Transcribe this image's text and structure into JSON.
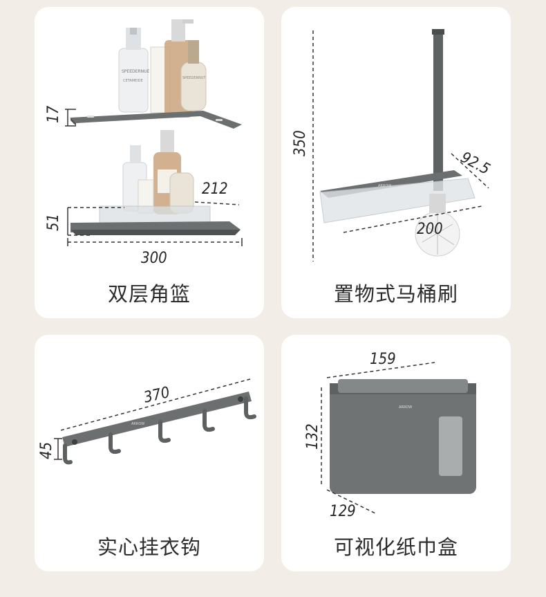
{
  "cards": [
    {
      "title": "双层角篮",
      "dims": {
        "top_shelf_height": "17",
        "bottom_shelf_height": "51",
        "depth": "212",
        "width": "300"
      },
      "bottle_labels": [
        "SPEEDERNUE",
        "CETAMEIDE",
        "SPEEDERNUT"
      ]
    },
    {
      "title": "置物式马桶刷",
      "dims": {
        "height": "350",
        "depth": "92.5",
        "width": "200"
      },
      "brand_mark": "ARROW"
    },
    {
      "title": "实心挂衣钩",
      "dims": {
        "length": "370",
        "height": "45"
      },
      "brand_mark": "ARROW"
    },
    {
      "title": "可视化纸巾盒",
      "dims": {
        "width": "159",
        "height": "132",
        "depth": "129"
      },
      "brand_mark": "ARROW"
    }
  ]
}
